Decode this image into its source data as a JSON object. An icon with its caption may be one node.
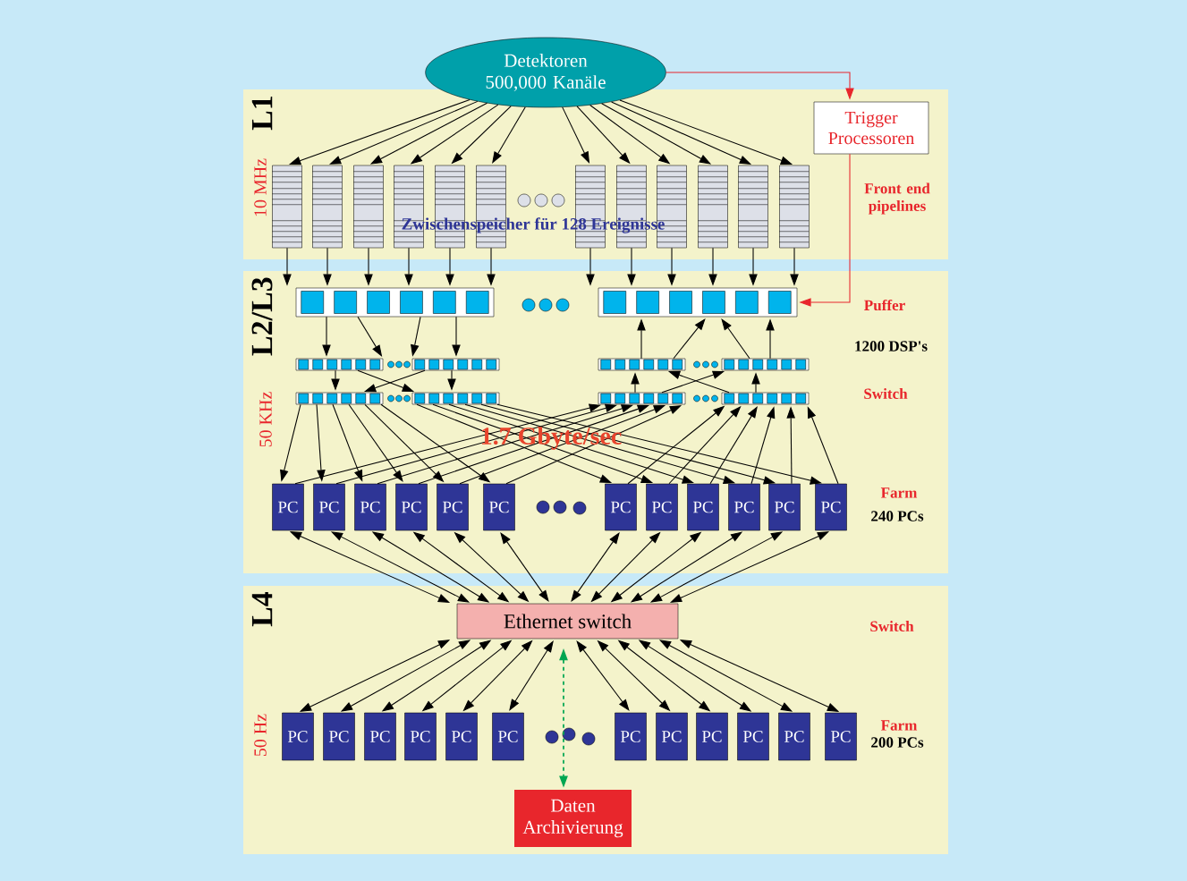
{
  "diagram": {
    "nodes": [
      {
        "text": [
          "Detektoren 500,000 Kanäle"
        ]
      },
      {
        "text": [
          "L1"
        ]
      },
      {
        "text": [
          "Trigger Processoren"
        ],
        "in": 1
      },
      {
        "text": [],
        "shape": "box",
        "in": 1
      },
      {
        "text": [],
        "shape": "box",
        "in": 1
      },
      {
        "text": [],
        "shape": "box",
        "in": 1
      },
      {
        "text": [],
        "shape": "box",
        "in": 1
      },
      {
        "text": [],
        "shape": "box",
        "in": 1
      },
      {
        "text": [],
        "shape": "box",
        "in": 1
      },
      {
        "text": [],
        "shape": "box",
        "in": 1
      },
      {
        "text": [],
        "shape": "box",
        "in": 1
      },
      {
        "text": [],
        "shape": "box",
        "in": 1
      },
      {
        "text": [],
        "shape": "box",
        "in": 1
      },
      {
        "text": [],
        "shape": "box",
        "in": 1
      },
      {
        "text": [],
        "shape": "box",
        "in": 1
      },
      {
        "text": [
          "L2/L3"
        ]
      },
      {
        "text": [],
        "shape": "bar",
        "in": 15
      },
      {
        "text": [],
        "shape": "bar",
        "in": 15
      },
      {
        "text": [],
        "shape": "bar",
        "in": 15
      },
      {
        "text": [],
        "shape": "bar",
        "in": 15
      },
      {
        "text": [],
        "shape": "bar",
        "in": 15
      },
      {
        "text": [],
        "shape": "bar",
        "in": 15
      },
      {
        "text": [],
        "shape": "bar",
        "in": 15
      },
      {
        "text": [],
        "shape": "bar",
        "in": 15
      },
      {
        "text": [],
        "shape": "bar",
        "in": 15
      },
      {
        "text": [],
        "shape": "bar",
        "in": 15
      },
      {
        "text": [
          "PC"
        ],
        "in": 15
      },
      {
        "text": [
          "PC"
        ],
        "in": 15
      },
      {
        "text": [
          "PC"
        ],
        "in": 15
      },
      {
        "text": [
          "PC"
        ],
        "in": 15
      },
      {
        "text": [
          "PC"
        ],
        "in": 15
      },
      {
        "text": [
          "PC"
        ],
        "in": 15
      },
      {
        "text": [
          "PC"
        ],
        "in": 15
      },
      {
        "text": [
          "PC"
        ],
        "in": 15
      },
      {
        "text": [
          "PC"
        ],
        "in": 15
      },
      {
        "text": [
          "PC"
        ],
        "in": 15
      },
      {
        "text": [
          "PC"
        ],
        "in": 15
      },
      {
        "text": [
          "PC"
        ],
        "in": 15
      },
      {
        "text": [
          "L4"
        ]
      },
      {
        "text": [
          "Ethernet switch"
        ],
        "in": 38
      },
      {
        "text": [
          "PC"
        ],
        "in": 38
      },
      {
        "text": [
          "PC"
        ],
        "in": 38
      },
      {
        "text": [
          "PC"
        ],
        "in": 38
      },
      {
        "text": [
          "PC"
        ],
        "in": 38
      },
      {
        "text": [
          "PC"
        ],
        "in": 38
      },
      {
        "text": [
          "PC"
        ],
        "in": 38
      },
      {
        "text": [
          "PC"
        ],
        "in": 38
      },
      {
        "text": [
          "PC"
        ],
        "in": 38
      },
      {
        "text": [
          "PC"
        ],
        "in": 38
      },
      {
        "text": [
          "PC"
        ],
        "in": 38
      },
      {
        "text": [
          "PC"
        ],
        "in": 38
      },
      {
        "text": [
          "PC"
        ],
        "in": 38
      },
      {
        "text": [
          "Daten Archivierung"
        ],
        "in": 38
      }
    ],
    "edges": [
      {
        "from": 0,
        "to": 3,
        "arrow": "to"
      },
      {
        "from": 0,
        "to": 4,
        "arrow": "to"
      },
      {
        "from": 0,
        "to": 5,
        "arrow": "to"
      },
      {
        "from": 0,
        "to": 6,
        "arrow": "to"
      },
      {
        "from": 0,
        "to": 7,
        "arrow": "to"
      },
      {
        "from": 0,
        "to": 8,
        "arrow": "to"
      },
      {
        "from": 0,
        "to": 9,
        "arrow": "to"
      },
      {
        "from": 0,
        "to": 10,
        "arrow": "to"
      },
      {
        "from": 0,
        "to": 11,
        "arrow": "to"
      },
      {
        "from": 0,
        "to": 12,
        "arrow": "to"
      },
      {
        "from": 0,
        "to": 13,
        "arrow": "to"
      },
      {
        "from": 0,
        "to": 14,
        "arrow": "to"
      },
      {
        "from": 0,
        "to": 2,
        "arrow": "to",
        "color": "#e8262c"
      },
      {
        "from": 2,
        "to": 17,
        "arrow": "to",
        "color": "#e8262c"
      },
      {
        "from": 3,
        "to": 16,
        "arrow": "to"
      },
      {
        "from": 4,
        "to": 16,
        "arrow": "to"
      },
      {
        "from": 5,
        "to": 16,
        "arrow": "to"
      },
      {
        "from": 6,
        "to": 16,
        "arrow": "to"
      },
      {
        "from": 7,
        "to": 16,
        "arrow": "to"
      },
      {
        "from": 8,
        "to": 16,
        "arrow": "to"
      },
      {
        "from": 9,
        "to": 17,
        "arrow": "to"
      },
      {
        "from": 10,
        "to": 17,
        "arrow": "to"
      },
      {
        "from": 11,
        "to": 17,
        "arrow": "to"
      },
      {
        "from": 12,
        "to": 17,
        "arrow": "to"
      },
      {
        "from": 13,
        "to": 17,
        "arrow": "to"
      },
      {
        "from": 14,
        "to": 17,
        "arrow": "to"
      },
      {
        "from": 16,
        "to": 18,
        "arrow": "to"
      },
      {
        "from": 16,
        "to": 18,
        "arrow": "to"
      },
      {
        "from": 16,
        "to": 19,
        "arrow": "to"
      },
      {
        "from": 16,
        "to": 19,
        "arrow": "to"
      },
      {
        "from": 20,
        "to": 17,
        "arrow": "to"
      },
      {
        "from": 20,
        "to": 17,
        "arrow": "to"
      },
      {
        "from": 21,
        "to": 17,
        "arrow": "to"
      },
      {
        "from": 21,
        "to": 17,
        "arrow": "to"
      },
      {
        "from": 18,
        "to": 22,
        "arrow": "to"
      },
      {
        "from": 18,
        "to": 23,
        "arrow": "to"
      },
      {
        "from": 19,
        "to": 22,
        "arrow": "to"
      },
      {
        "from": 19,
        "to": 23,
        "arrow": "to"
      },
      {
        "from": 24,
        "to": 20,
        "arrow": "to"
      },
      {
        "from": 24,
        "to": 21,
        "arrow": "to"
      },
      {
        "from": 25,
        "to": 20,
        "arrow": "to"
      },
      {
        "from": 25,
        "to": 21,
        "arrow": "to"
      },
      {
        "from": 22,
        "to": 26,
        "arrow": "to"
      },
      {
        "from": 22,
        "to": 27,
        "arrow": "to"
      },
      {
        "from": 22,
        "to": 28,
        "arrow": "to"
      },
      {
        "from": 22,
        "to": 29,
        "arrow": "to"
      },
      {
        "from": 22,
        "to": 30,
        "arrow": "to"
      },
      {
        "from": 22,
        "to": 31,
        "arrow": "to"
      },
      {
        "from": 23,
        "to": 32,
        "arrow": "to"
      },
      {
        "from": 23,
        "to": 33,
        "arrow": "to"
      },
      {
        "from": 23,
        "to": 34,
        "arrow": "to"
      },
      {
        "from": 23,
        "to": 35,
        "arrow": "to"
      },
      {
        "from": 23,
        "to": 36,
        "arrow": "to"
      },
      {
        "from": 23,
        "to": 37,
        "arrow": "to"
      },
      {
        "from": 26,
        "to": 24,
        "arrow": "to"
      },
      {
        "from": 27,
        "to": 24,
        "arrow": "to"
      },
      {
        "from": 28,
        "to": 24,
        "arrow": "to"
      },
      {
        "from": 29,
        "to": 24,
        "arrow": "to"
      },
      {
        "from": 30,
        "to": 24,
        "arrow": "to"
      },
      {
        "from": 31,
        "to": 24,
        "arrow": "to"
      },
      {
        "from": 32,
        "to": 25,
        "arrow": "to"
      },
      {
        "from": 33,
        "to": 25,
        "arrow": "to"
      },
      {
        "from": 34,
        "to": 25,
        "arrow": "to"
      },
      {
        "from": 35,
        "to": 25,
        "arrow": "to"
      },
      {
        "from": 36,
        "to": 25,
        "arrow": "to"
      },
      {
        "from": 37,
        "to": 25,
        "arrow": "to"
      },
      {
        "from": 26,
        "to": 39,
        "arrow": "both"
      },
      {
        "from": 27,
        "to": 39,
        "arrow": "both"
      },
      {
        "from": 28,
        "to": 39,
        "arrow": "both"
      },
      {
        "from": 29,
        "to": 39,
        "arrow": "both"
      },
      {
        "from": 30,
        "to": 39,
        "arrow": "both"
      },
      {
        "from": 31,
        "to": 39,
        "arrow": "both"
      },
      {
        "from": 32,
        "to": 39,
        "arrow": "both"
      },
      {
        "from": 33,
        "to": 39,
        "arrow": "both"
      },
      {
        "from": 34,
        "to": 39,
        "arrow": "both"
      },
      {
        "from": 35,
        "to": 39,
        "arrow": "both"
      },
      {
        "from": 36,
        "to": 39,
        "arrow": "both"
      },
      {
        "from": 37,
        "to": 39,
        "arrow": "both"
      },
      {
        "from": 39,
        "to": 40,
        "arrow": "both"
      },
      {
        "from": 39,
        "to": 41,
        "arrow": "both"
      },
      {
        "from": 39,
        "to": 42,
        "arrow": "both"
      },
      {
        "from": 39,
        "to": 43,
        "arrow": "both"
      },
      {
        "from": 39,
        "to": 44,
        "arrow": "both"
      },
      {
        "from": 39,
        "to": 45,
        "arrow": "both"
      },
      {
        "from": 39,
        "to": 46,
        "arrow": "both"
      },
      {
        "from": 39,
        "to": 47,
        "arrow": "both"
      },
      {
        "from": 39,
        "to": 48,
        "arrow": "both"
      },
      {
        "from": 39,
        "to": 49,
        "arrow": "both"
      },
      {
        "from": 39,
        "to": 50,
        "arrow": "both"
      },
      {
        "from": 39,
        "to": 51,
        "arrow": "both"
      },
      {
        "from": 39,
        "to": 52,
        "arrow": "both",
        "style": "dashed",
        "color": "#00a651"
      }
    ],
    "labels": [
      "10 MHz",
      "Front end pipelines",
      "Zwischenspeicher für 128 Ereignisse",
      "Puffer",
      "1200 DSP's",
      "50 KHz",
      "Switch",
      "1.7 Gbyte/sec",
      "Farm",
      "240 PCs",
      "Switch",
      "50 Hz",
      "Farm",
      "200 PCs"
    ]
  }
}
